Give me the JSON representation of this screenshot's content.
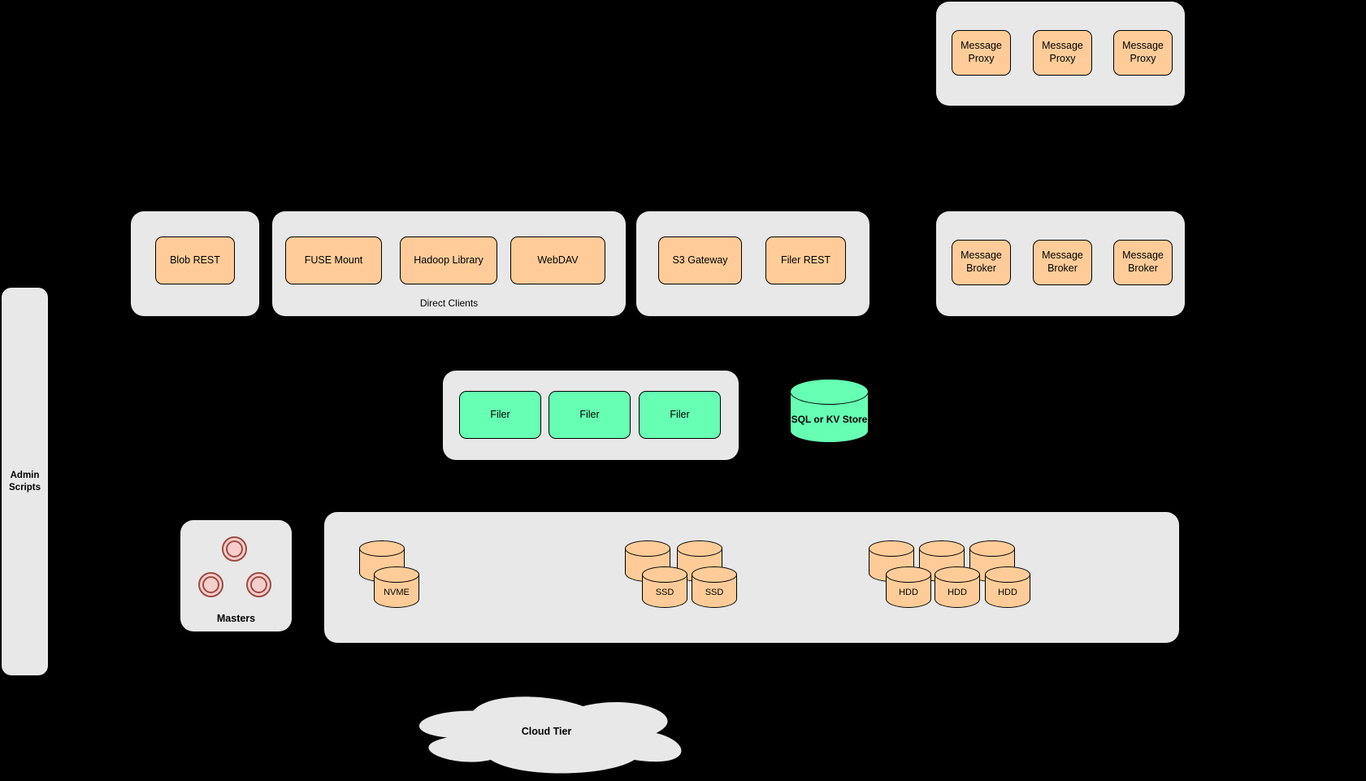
{
  "diagram": {
    "background_color": "#000000",
    "container_color": "#e8e8e8",
    "node_colors": {
      "client_orange": "#ffcc99",
      "filer_green": "#66ffb3",
      "master_pink": "#f8cecc",
      "master_ring": "#9e4a44"
    },
    "icons": {
      "disk": "cylinder-icon",
      "master": "double-circle-icon",
      "cloud": "cloud-icon"
    }
  },
  "message_proxies": {
    "items": [
      "Message Proxy",
      "Message Proxy",
      "Message Proxy"
    ]
  },
  "blob_clients": {
    "items": [
      "Blob REST"
    ]
  },
  "direct_clients": {
    "label": "Direct Clients",
    "items": [
      "FUSE Mount",
      "Hadoop Library",
      "WebDAV"
    ]
  },
  "gateways": {
    "items": [
      "S3 Gateway",
      "Filer REST"
    ]
  },
  "message_brokers": {
    "items": [
      "Message Broker",
      "Message Broker",
      "Message Broker"
    ]
  },
  "filers": {
    "items": [
      "Filer",
      "Filer",
      "Filer"
    ]
  },
  "metadata_store": {
    "label": "SQL or KV Store"
  },
  "admin": {
    "label": "Admin Scripts"
  },
  "masters": {
    "label": "Masters"
  },
  "volume_servers": {
    "nvme": {
      "label": "NVME"
    },
    "ssd": {
      "labels": [
        "SSD",
        "SSD"
      ]
    },
    "hdd": {
      "labels": [
        "HDD",
        "HDD",
        "HDD"
      ]
    }
  },
  "cloud": {
    "label": "Cloud Tier"
  }
}
